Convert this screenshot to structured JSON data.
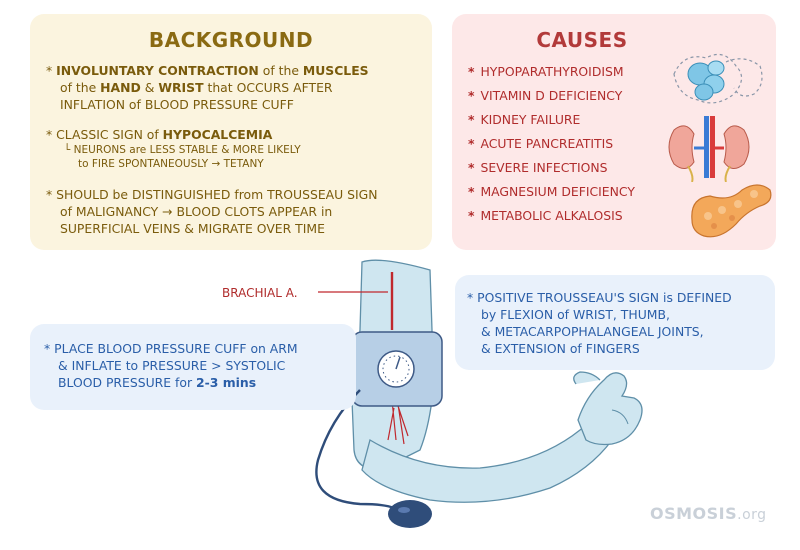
{
  "background": {
    "title": "BACKGROUND",
    "p1": {
      "l1a": "INVOLUNTARY CONTRACTION",
      "l1b": " of the ",
      "l1c": "MUSCLES",
      "l2a": "of the ",
      "l2b": "HAND",
      "l2c": " & ",
      "l2d": "WRIST",
      "l2e": " that OCCURS AFTER",
      "l3": "INFLATION of BLOOD PRESSURE CUFF"
    },
    "p2": {
      "l1a": "CLASSIC SIGN of ",
      "l1b": "HYPOCALCEMIA",
      "l2": "NEURONS are LESS STABLE & MORE LIKELY",
      "l3": "to FIRE SPONTANEOUSLY → TETANY"
    },
    "p3": {
      "l1": "SHOULD be DISTINGUISHED from TROUSSEAU SIGN",
      "l2": "of MALIGNANCY → BLOOD CLOTS APPEAR in",
      "l3": "SUPERFICIAL VEINS & MIGRATE OVER TIME"
    }
  },
  "causes": {
    "title": "CAUSES",
    "items": [
      "HYPOPARATHYROIDISM",
      "VITAMIN D DEFICIENCY",
      "KIDNEY FAILURE",
      "ACUTE PANCREATITIS",
      "SEVERE INFECTIONS",
      "MAGNESIUM DEFICIENCY",
      "METABOLIC ALKALOSIS"
    ]
  },
  "cuff_note": {
    "l1": "PLACE BLOOD PRESSURE CUFF on ARM",
    "l2": "& INFLATE to PRESSURE > SYSTOLIC",
    "l3a": "BLOOD PRESSURE for ",
    "l3b": "2-3 mins"
  },
  "trousseau_note": {
    "l1": "POSITIVE TROUSSEAU'S SIGN is DEFINED",
    "l2": "by FLEXION of WRIST, THUMB,",
    "l3": "& METACARPOPHALANGEAL JOINTS,",
    "l4": "& EXTENSION of FINGERS"
  },
  "labels": {
    "brachial": "BRACHIAL A."
  },
  "logo": {
    "main": "OSMOSIS",
    "suffix": ".org"
  },
  "bullet": "*",
  "colors": {
    "background_panel": "#fbf4df",
    "causes_panel": "#fde8e8",
    "note_panel": "#e9f1fb",
    "brown_text": "#7a5b0c",
    "red_text": "#b02c2c",
    "blue_text": "#2a5ea8"
  }
}
